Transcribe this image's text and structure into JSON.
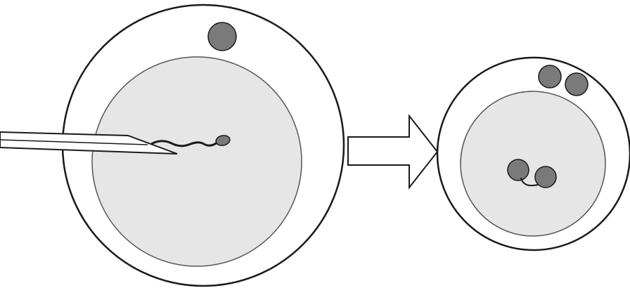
{
  "diagram": {
    "colors": {
      "background": "#ffffff",
      "outline": "#1a1a1a",
      "zona": "#ffffff",
      "cytoplasm": "#e6e6e6",
      "cytoplasm_outline": "#555555",
      "polar_body": "#7a7a7a",
      "pronucleus": "#7a7a7a",
      "sperm": "#7a7a7a",
      "sperm_tail": "#1a1a1a",
      "pipette_fill": "#ffffff",
      "arrow_fill": "#ffffff"
    },
    "panels": [
      {
        "id": "injected-oocyte",
        "polar_bodies": 1,
        "pronuclei": 0,
        "sperm_injected": true
      },
      {
        "id": "fertilized-zygote",
        "polar_bodies": 2,
        "pronuclei": 2,
        "sperm_injected": false
      }
    ]
  }
}
